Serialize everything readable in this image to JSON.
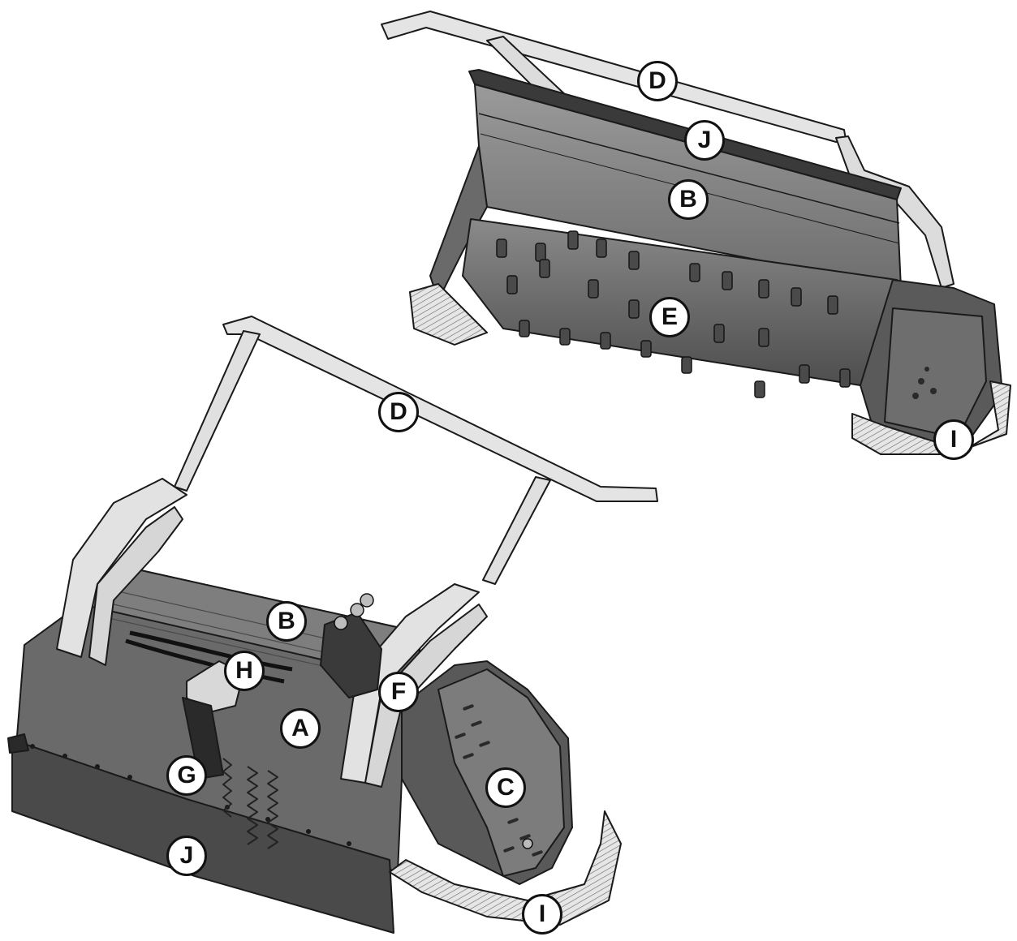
{
  "figure": {
    "callouts": [
      {
        "id": "top-D",
        "label": "D"
      },
      {
        "id": "top-J",
        "label": "J"
      },
      {
        "id": "top-B",
        "label": "B"
      },
      {
        "id": "top-E",
        "label": "E"
      },
      {
        "id": "top-I",
        "label": "I"
      },
      {
        "id": "bot-D",
        "label": "D"
      },
      {
        "id": "bot-B",
        "label": "B"
      },
      {
        "id": "bot-H",
        "label": "H"
      },
      {
        "id": "bot-F",
        "label": "F"
      },
      {
        "id": "bot-A",
        "label": "A"
      },
      {
        "id": "bot-G",
        "label": "G"
      },
      {
        "id": "bot-C",
        "label": "C"
      },
      {
        "id": "bot-J",
        "label": "J"
      },
      {
        "id": "bot-I",
        "label": "I"
      }
    ]
  },
  "colors": {
    "body_dark": "#5e5e5e",
    "body_mid": "#7a7a7a",
    "body_light": "#9a9a9a",
    "frame_light": "#e4e4e4",
    "outline": "#1a1a1a"
  }
}
